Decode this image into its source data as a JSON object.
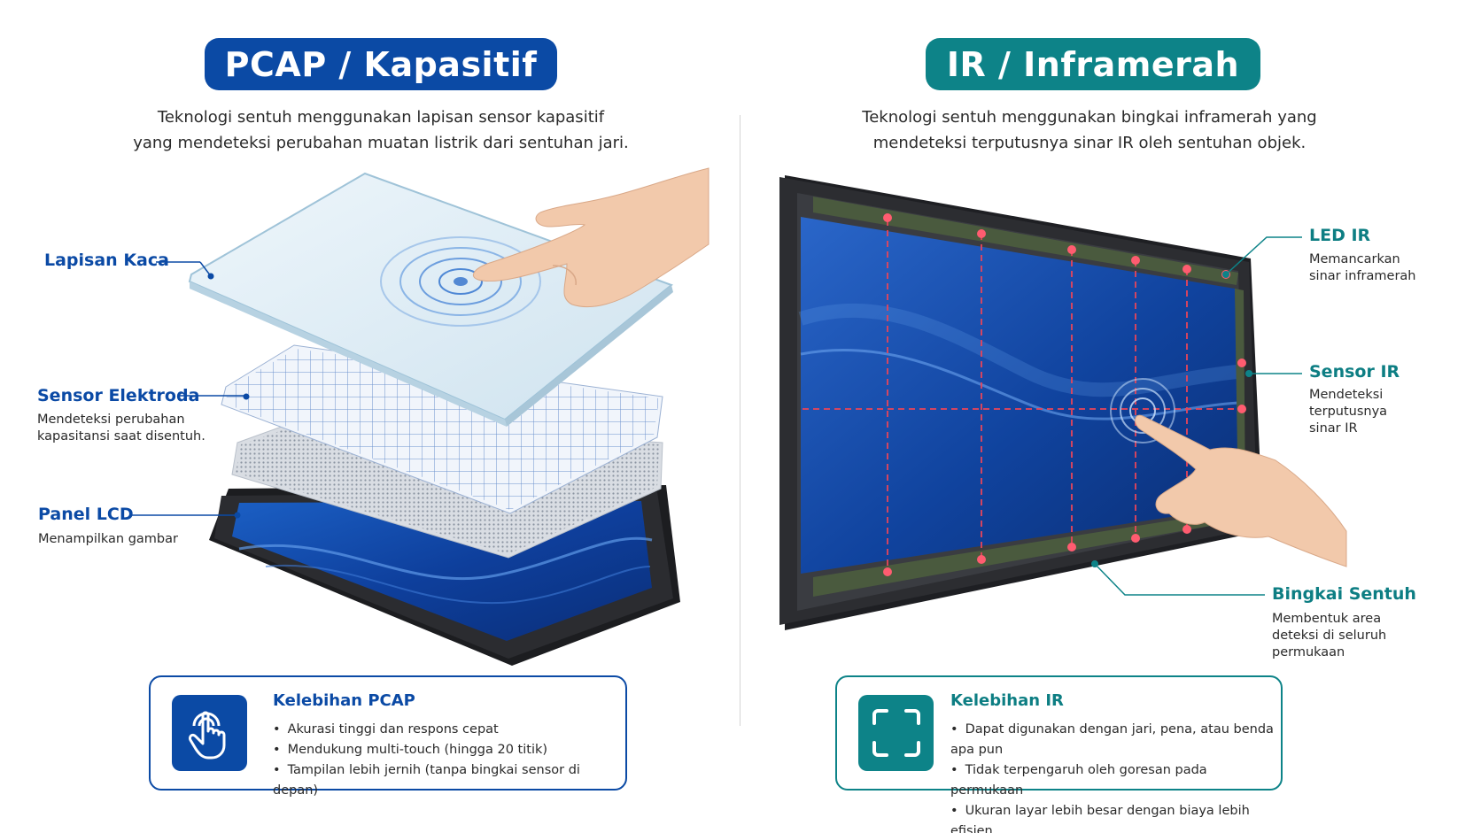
{
  "pcap": {
    "title": "PCAP / Kapasitif",
    "intro_line1": "Teknologi sentuh menggunakan lapisan sensor kapasitif",
    "intro_line2": "yang mendeteksi perubahan muatan listrik dari sentuhan jari.",
    "layers": [
      {
        "label": "Lapisan Kaca",
        "desc_line1": "",
        "desc_line2": ""
      },
      {
        "label": "Sensor Elektroda",
        "desc_line1": "Mendeteksi perubahan",
        "desc_line2": "kapasitansi saat disentuh."
      },
      {
        "label": "Panel LCD",
        "desc_line1": "Menampilkan gambar",
        "desc_line2": ""
      }
    ],
    "advantages": {
      "title": "Kelebihan PCAP",
      "items": [
        "Akurasi tinggi dan respons cepat",
        "Mendukung multi-touch (hingga 20 titik)",
        "Tampilan lebih jernih (tanpa bingkai sensor di depan)"
      ],
      "icon": "touch-hand-icon"
    }
  },
  "ir": {
    "title": "IR / Inframerah",
    "intro_line1": "Teknologi sentuh menggunakan bingkai inframerah yang",
    "intro_line2": "mendeteksi terputusnya sinar IR oleh sentuhan objek.",
    "parts": [
      {
        "label": "LED IR",
        "desc": [
          "Memancarkan",
          "sinar inframerah"
        ]
      },
      {
        "label": "Sensor IR",
        "desc": [
          "Mendeteksi",
          "terputusnya",
          "sinar IR"
        ]
      },
      {
        "label": "Bingkai Sentuh",
        "desc": [
          "Membentuk area",
          "deteksi di seluruh",
          "permukaan"
        ]
      }
    ],
    "advantages": {
      "title": "Kelebihan IR",
      "items": [
        "Dapat digunakan dengan jari, pena, atau benda apa pun",
        "Tidak terpengaruh oleh goresan pada permukaan",
        "Ukuran layar lebih besar dengan biaya lebih efisien"
      ],
      "icon": "frame-corners-icon"
    }
  },
  "colors": {
    "pcap_accent": "#0b4aa5",
    "ir_accent": "#0d8388",
    "ir_beam": "#e8455a"
  }
}
